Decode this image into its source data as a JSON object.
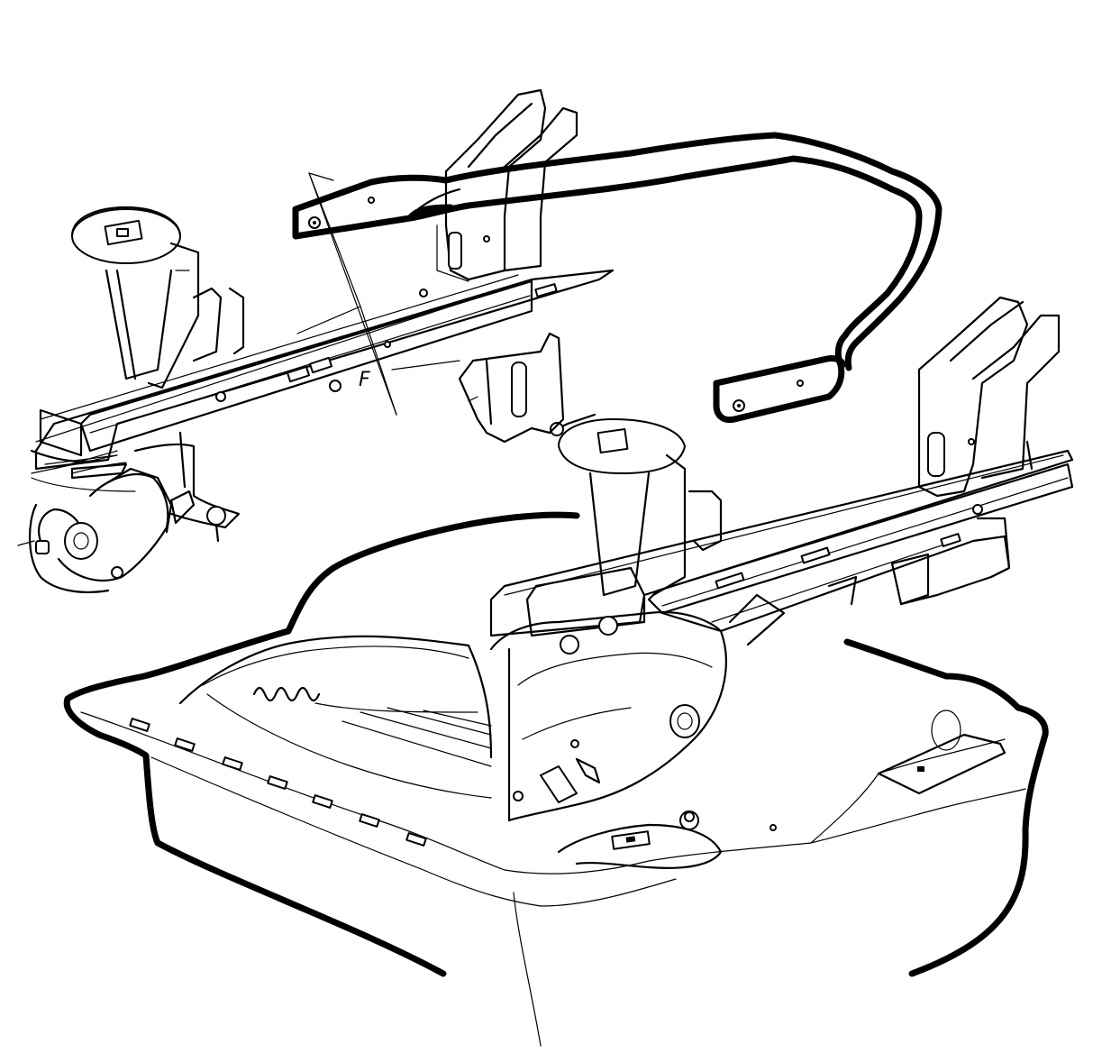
{
  "figure": {
    "background_color": "#ffffff",
    "line_color": "#000000",
    "callout_letter": "F",
    "parts": [
      "stabilizer-bar",
      "left-frame-rail",
      "right-frame-rail",
      "left-upper-control-arm-mount",
      "right-upper-control-arm-mount",
      "front-crossmember",
      "engine-oil-pan",
      "steering-knuckle",
      "hub-assembly"
    ]
  }
}
